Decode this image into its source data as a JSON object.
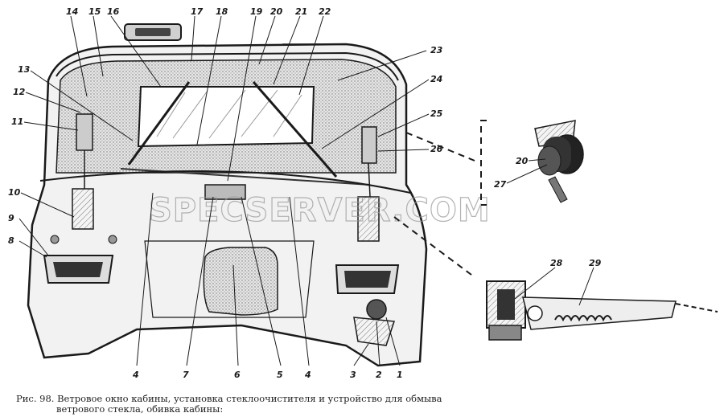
{
  "callouts": [
    "14",
    "15",
    "16",
    "17",
    "18",
    "19",
    "20",
    "21",
    "22",
    "23",
    "13",
    "24",
    "12",
    "25",
    "11",
    "26",
    "10",
    "9",
    "8",
    "28",
    "29",
    "20",
    "27",
    "4",
    "7",
    "6",
    "5",
    "4",
    "3",
    "2",
    "1"
  ],
  "watermark": "SPECSERVER.COM",
  "caption": {
    "line1": "Рис. 98. Ветровое окно кабины, установка стеклоочистителя и устройство для обмыва",
    "line2": "ветрового стекла, обивка кабины:"
  },
  "colors": {
    "ink": "#1a1a1a",
    "stipple": "#b8b8b8",
    "paper": "#ffffff"
  }
}
